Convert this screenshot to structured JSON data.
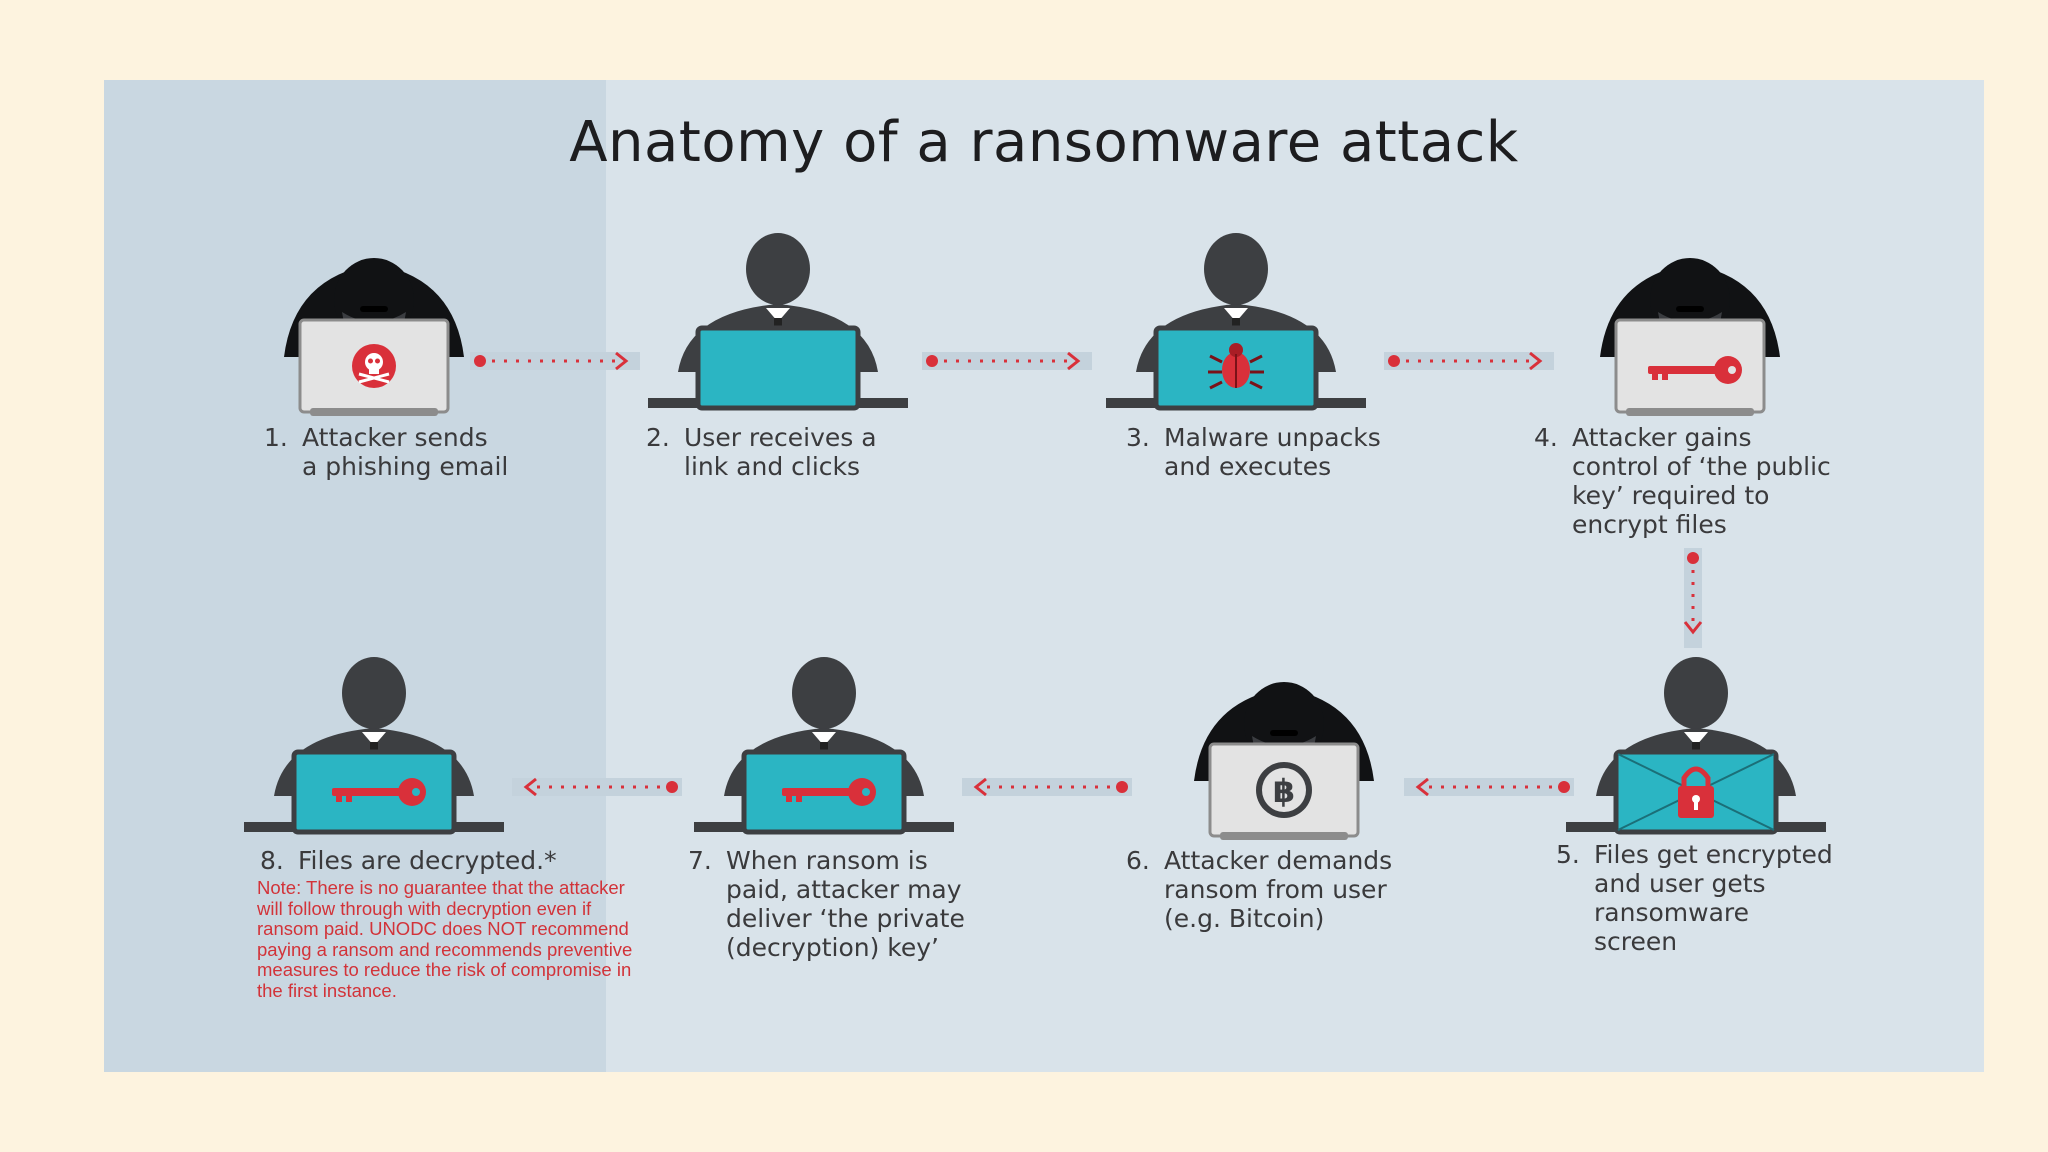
{
  "title": "Anatomy of a ransomware attack",
  "steps": [
    {
      "num": "1.",
      "lines": [
        "Attacker sends",
        "a phishing email"
      ],
      "figure": "hooded-attacker",
      "screen_icon": "skull-crossbones-icon"
    },
    {
      "num": "2.",
      "lines": [
        "User receives a",
        "link and clicks"
      ],
      "figure": "user",
      "screen_icon": "blank-screen"
    },
    {
      "num": "3.",
      "lines": [
        "Malware unpacks",
        "and executes"
      ],
      "figure": "user",
      "screen_icon": "bug-icon"
    },
    {
      "num": "4.",
      "lines": [
        "Attacker gains",
        "control of ‘the public",
        "key’ required to",
        "encrypt files"
      ],
      "figure": "hooded-attacker",
      "screen_icon": "key-icon"
    },
    {
      "num": "5.",
      "lines": [
        "Files get encrypted",
        "and user gets",
        "ransomware",
        "screen"
      ],
      "figure": "user",
      "screen_icon": "padlock-icon"
    },
    {
      "num": "6.",
      "lines": [
        "Attacker demands",
        "ransom from user",
        "(e.g. Bitcoin)"
      ],
      "figure": "hooded-attacker",
      "screen_icon": "bitcoin-icon"
    },
    {
      "num": "7.",
      "lines": [
        "When ransom is",
        "paid, attacker may",
        "deliver ‘the private",
        "(decryption) key’"
      ],
      "figure": "user",
      "screen_icon": "key-icon"
    },
    {
      "num": "8.",
      "lines": [
        "Files are decrypted.*"
      ],
      "figure": "user",
      "screen_icon": "key-icon"
    }
  ],
  "note": "Note: There is no guarantee that the attacker will follow through with decryption even if ransom paid. UNODC does NOT recommend paying a ransom and recommends preventive measures to reduce the risk of compromise in the first instance.",
  "colors": {
    "background": "#fdf3df",
    "panel": "#d9e3ea",
    "panel_left": "#c9d7e1",
    "figure": "#3d3f42",
    "screen": "#2bb5c3",
    "accent_red": "#d9303a",
    "text": "#3a3a3c"
  }
}
